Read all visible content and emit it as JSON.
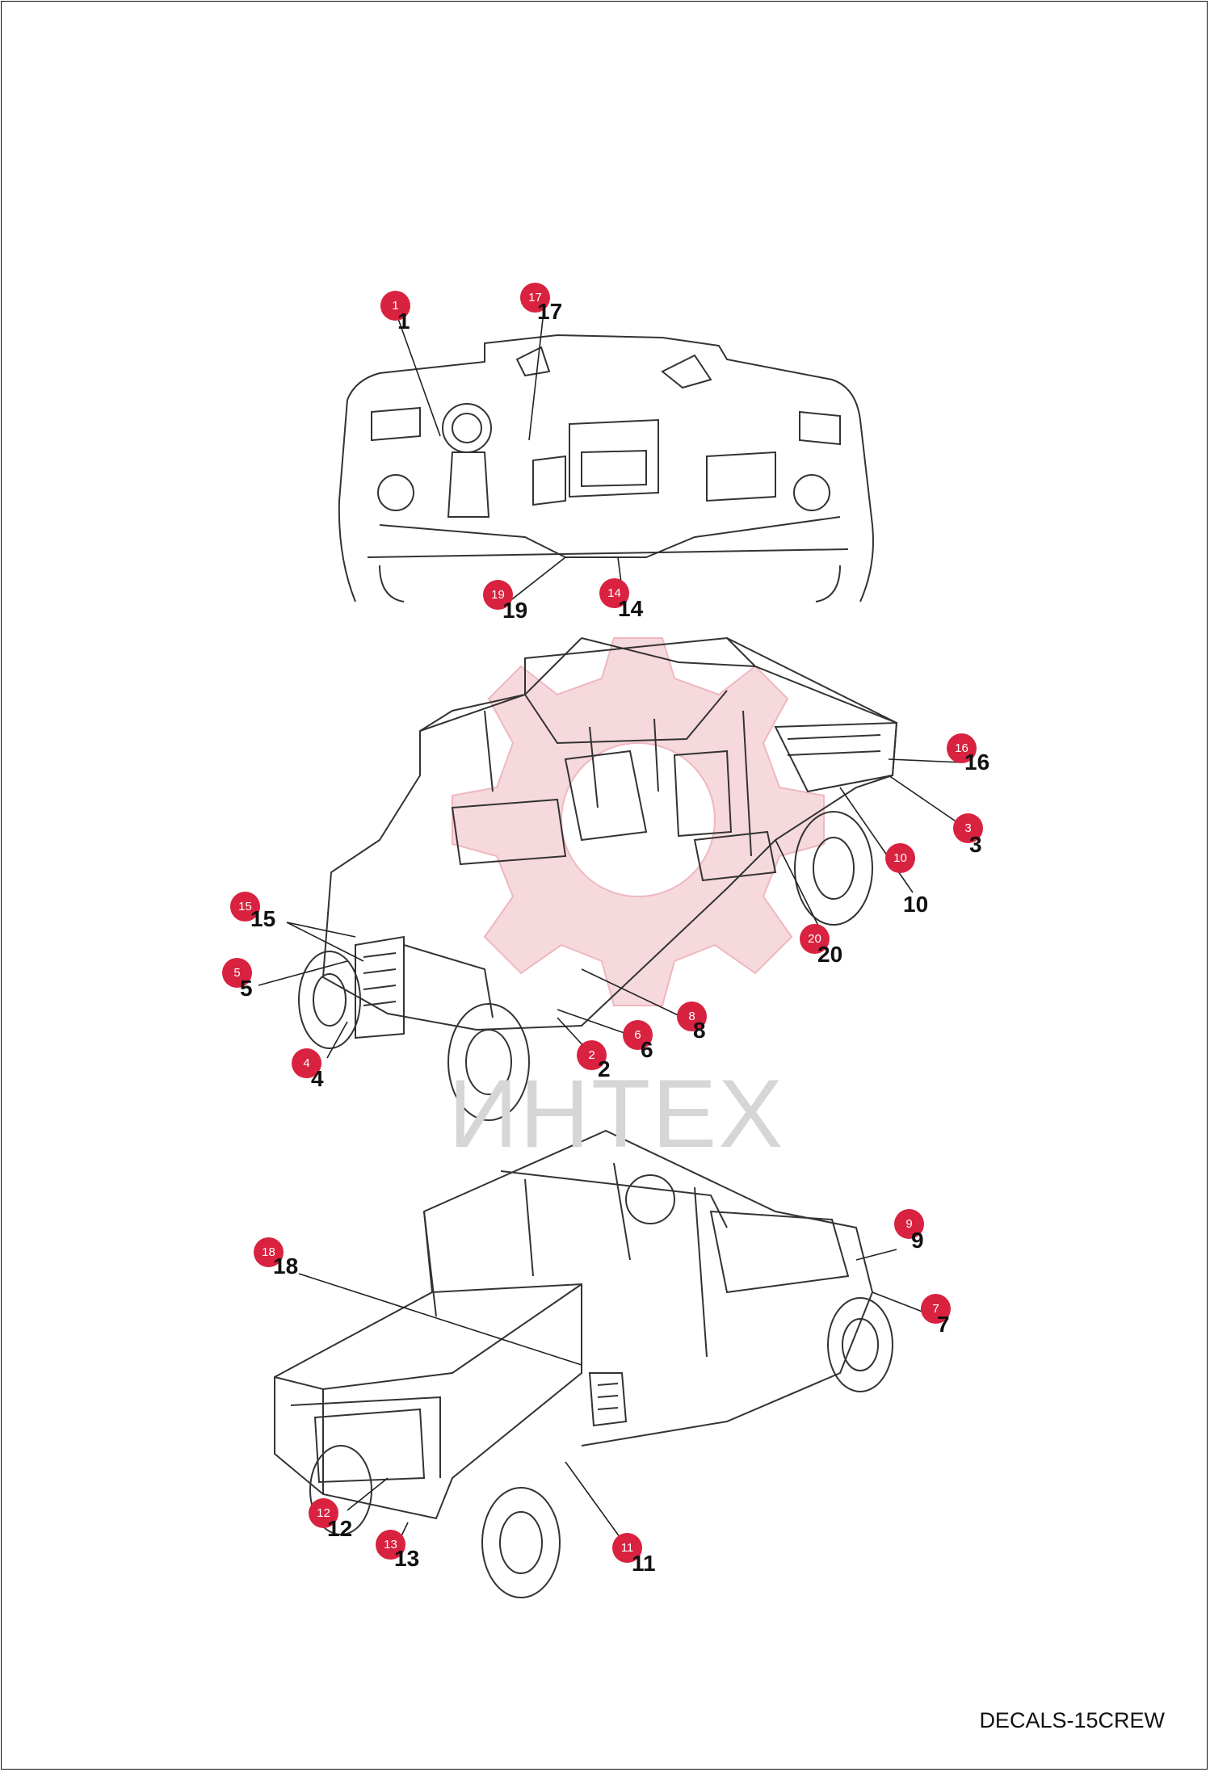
{
  "diagram": {
    "code": "DECALS-15CREW",
    "watermark": "ИНТЕХ",
    "brand_color": "#d8223f",
    "callouts": [
      "1",
      "17",
      "19",
      "14",
      "16",
      "3",
      "10",
      "20",
      "15",
      "5",
      "8",
      "6",
      "4",
      "2",
      "9",
      "7",
      "18",
      "12",
      "13",
      "11"
    ]
  }
}
